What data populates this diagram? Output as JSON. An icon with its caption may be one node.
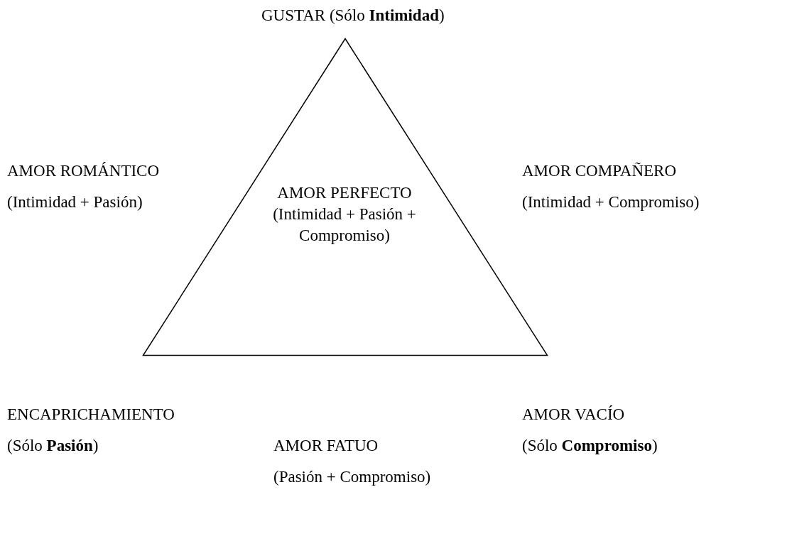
{
  "diagram": {
    "nodes": [
      {
        "text": [
          "AMOR PERFECTO (Intimidad + Pasión + Compromiso)"
        ]
      }
    ],
    "labels": [
      "GUSTAR (Sólo **Intimidad**)",
      "AMOR ROMÁNTICO",
      "AMOR COMPAÑERO",
      "(Intimidad + Pasión)",
      "(Intimidad + Compromiso)",
      "ENCAPRICHAMIENTO",
      "AMOR VACÍO",
      "(Sólo **Pasión**)",
      "AMOR FATUO",
      "(Sólo **Compromiso**)",
      "(Pasión + Compromiso)"
    ]
  }
}
